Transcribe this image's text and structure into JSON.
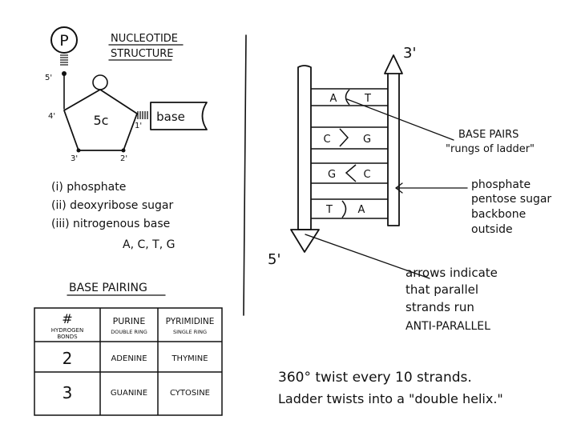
{
  "nucleotide": {
    "title_line1": "NUCLEOTIDE",
    "title_line2": "STRUCTURE",
    "phosphate_symbol": "P",
    "sugar_label": "5c",
    "base_box": "base",
    "carbon_5": "5'",
    "carbon_4": "4'",
    "carbon_3": "3'",
    "carbon_2": "2'",
    "carbon_1": "1'",
    "components": [
      "(i) phosphate",
      "(ii) deoxyribose sugar",
      "(iii) nitrogenous base"
    ],
    "bases_list": "A, C, T, G"
  },
  "base_pairing": {
    "title": "BASE PAIRING",
    "headers": {
      "bonds_symbol": "#",
      "bonds_line1": "HYDROGEN",
      "bonds_line2": "BONDS",
      "purine": "PURINE",
      "purine_sub": "DOUBLE RING",
      "pyrimidine": "PYRIMIDINE",
      "pyrimidine_sub": "SINGLE RING"
    },
    "rows": [
      {
        "bonds": "2",
        "purine": "ADENINE",
        "pyrimidine": "THYMINE"
      },
      {
        "bonds": "3",
        "purine": "GUANINE",
        "pyrimidine": "CYTOSINE"
      }
    ]
  },
  "dna": {
    "label_3prime": "3'",
    "label_5prime": "5'",
    "rungs": [
      {
        "left": "A",
        "right": "T"
      },
      {
        "left": "C",
        "right": "G"
      },
      {
        "left": "G",
        "right": "C"
      },
      {
        "left": "T",
        "right": "A"
      }
    ],
    "annotations": {
      "base_pairs_line1": "BASE PAIRS",
      "base_pairs_line2": "\"rungs of ladder\"",
      "backbone_line1": "phosphate",
      "backbone_line2": "pentose sugar",
      "backbone_line3": "backbone",
      "backbone_line4": "outside",
      "arrows_line1": "arrows indicate",
      "arrows_line2": "that parallel",
      "arrows_line3": "strands run",
      "arrows_line4": "ANTI-PARALLEL"
    },
    "twist_line1": "360° twist every 10 strands.",
    "twist_line2": "Ladder twists into a \"double helix.\""
  }
}
